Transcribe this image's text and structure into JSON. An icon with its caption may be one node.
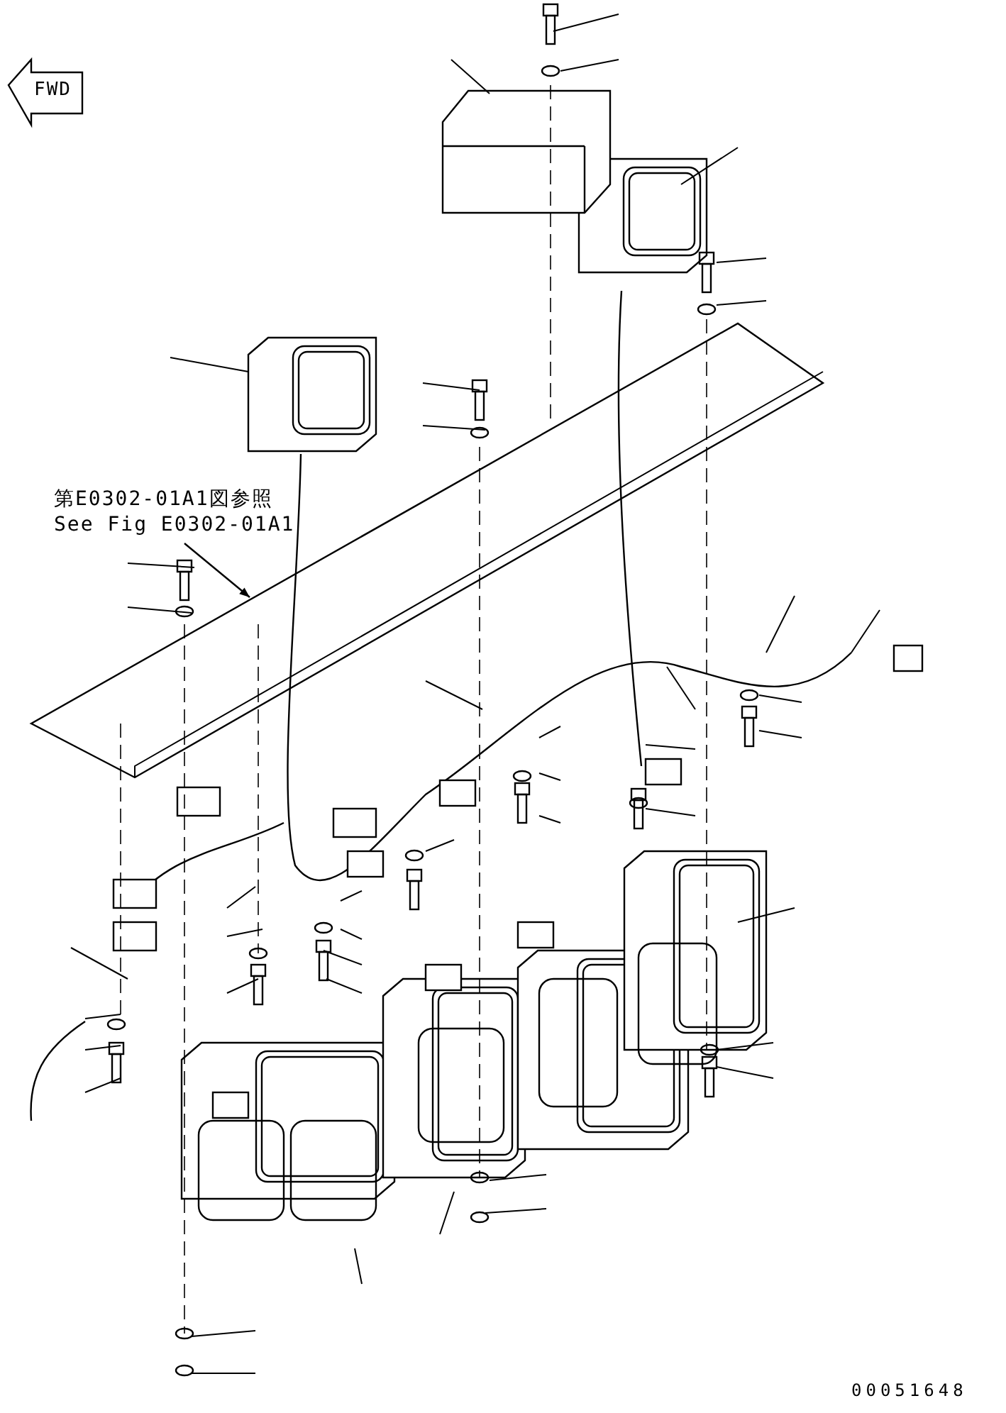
{
  "diagram": {
    "nodes": [
      {
        "text": [
          "FWD"
        ]
      },
      {
        "text": [
          "第E0302-01A1図参照",
          "See Fig E0302-01A1"
        ]
      },
      {
        "text": [],
        "shape": "picture"
      }
    ],
    "edges": [
      {
        "from": 1,
        "to": 2,
        "arrow": "to"
      }
    ],
    "labels": [
      "00051648"
    ]
  }
}
